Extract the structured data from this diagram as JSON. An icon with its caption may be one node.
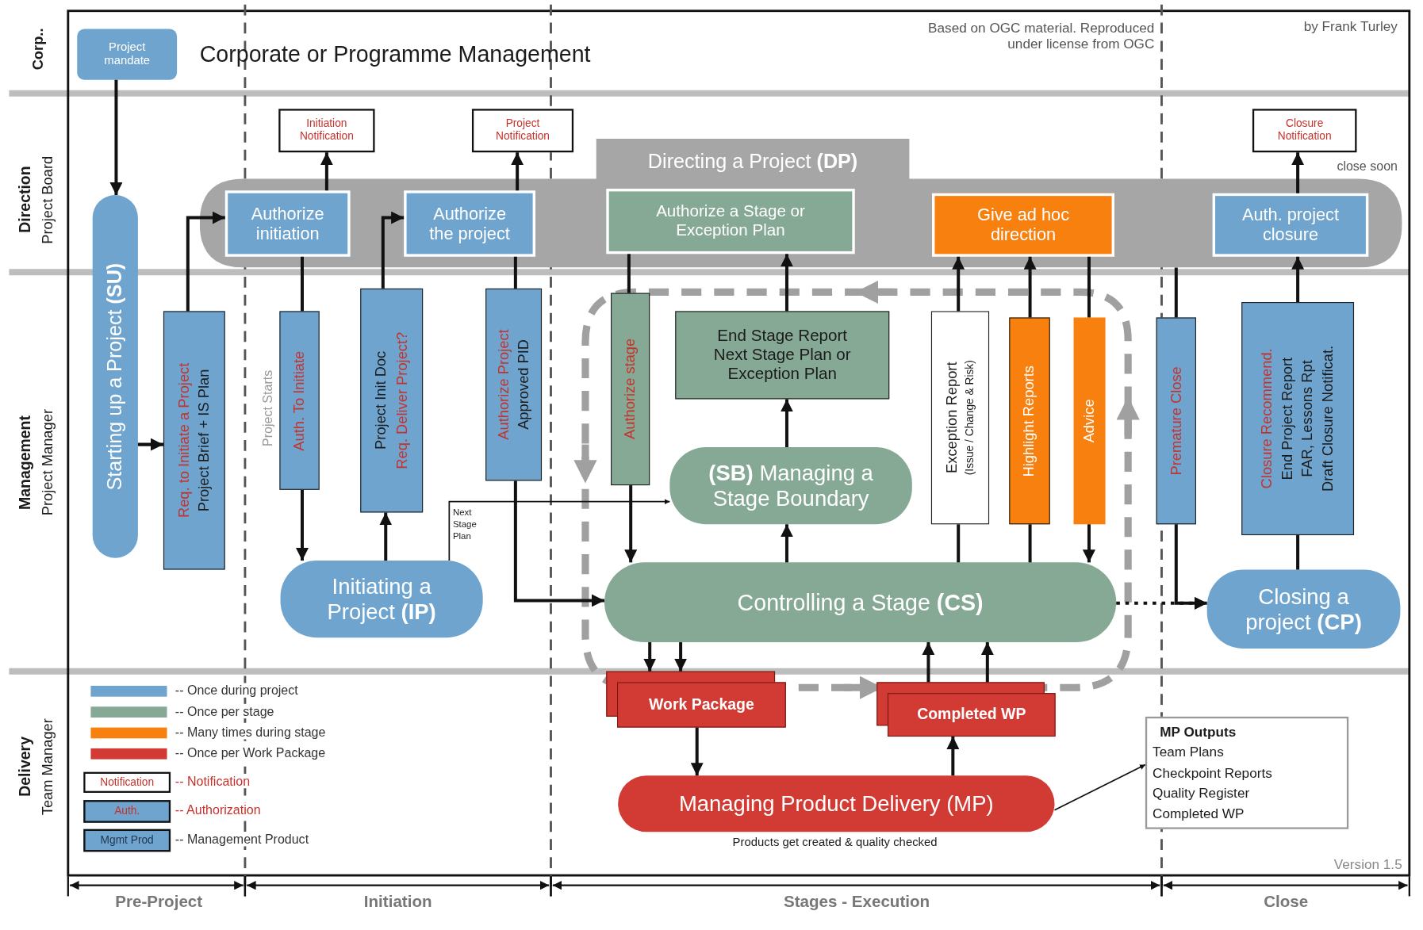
{
  "diagram": {
    "nodes": [
      {
        "text": [
          "Project mandate"
        ]
      },
      {
        "text": [
          "Initiation Notification"
        ]
      },
      {
        "text": [
          "Project Notification"
        ]
      },
      {
        "text": [
          "Directing a Project **(DP)**"
        ]
      },
      {
        "text": [
          "Authorize initiation"
        ],
        "in": 3
      },
      {
        "text": [
          "Authorize the project"
        ],
        "in": 3
      },
      {
        "text": [
          "Authorize a Stage or Exception Plan"
        ],
        "in": 3
      },
      {
        "text": [
          "Give ad hoc direction"
        ],
        "in": 3
      },
      {
        "text": [
          "Auth. project closure"
        ],
        "in": 3
      },
      {
        "text": [
          "Closure Notification"
        ]
      },
      {
        "text": [
          "Starting up a Project **(SU)**"
        ]
      },
      {
        "text": [
          "Req. to Initiate a Project",
          "Project Brief + IS Plan"
        ]
      },
      {
        "text": [
          "Auth. To Initiate"
        ]
      },
      {
        "text": [
          "Project Init Doc",
          "Req. Deliver Project?"
        ]
      },
      {
        "text": [
          "Authorize Project",
          "Approved PID"
        ]
      },
      {
        "text": [
          "Initiating a Project **(IP)**"
        ]
      },
      {
        "text": [
          "Authorize stage"
        ]
      },
      {
        "text": [
          "End Stage Report Next Stage Plan or Exception Plan"
        ]
      },
      {
        "text": [
          "**(SB)** Managing a Stage Boundary"
        ]
      },
      {
        "text": [
          "Controlling a Stage **(CS)**"
        ]
      },
      {
        "text": [
          "Exception Report",
          "(Issue / Change & Risk)"
        ]
      },
      {
        "text": [
          "Highlight Reports"
        ]
      },
      {
        "text": [
          "Advice"
        ]
      },
      {
        "text": [
          "Premature Close"
        ]
      },
      {
        "text": [
          "Closure Recommend.",
          "End Project Report",
          "FAR, Lessons Rpt",
          "Draft Closure Notificat."
        ]
      },
      {
        "text": [
          "Closing a project **(CP)**"
        ]
      },
      {
        "text": [
          "Work Package"
        ]
      },
      {
        "text": [
          "Completed WP"
        ]
      },
      {
        "text": [
          "Managing Product Delivery (MP)"
        ],
        "beside": [
          "Products get created & quality checked"
        ]
      },
      {
        "text": [
          "MP Outputs",
          "Team Plans",
          "Checkpoint Reports",
          "Quality Register",
          "Completed WP"
        ]
      }
    ],
    "edges": [
      {
        "from": 0,
        "to": 10,
        "arrow": "to"
      },
      {
        "from": 10,
        "to": 11,
        "arrow": "to"
      },
      {
        "from": 11,
        "to": 4,
        "arrow": "to"
      },
      {
        "from": 4,
        "to": 1,
        "arrow": "to"
      },
      {
        "from": 4,
        "to": 12,
        "arrow": "none"
      },
      {
        "from": 12,
        "to": 15,
        "arrow": "to"
      },
      {
        "from": 15,
        "to": 13,
        "arrow": "to"
      },
      {
        "from": 13,
        "to": 5,
        "arrow": "to"
      },
      {
        "from": 5,
        "to": 2,
        "arrow": "to"
      },
      {
        "from": 5,
        "to": 14,
        "arrow": "none"
      },
      {
        "from": 14,
        "to": 19,
        "arrow": "to"
      },
      {
        "from": 15,
        "to": 18,
        "arrow": "to",
        "label": "Next Stage Plan"
      },
      {
        "from": 6,
        "to": 16,
        "arrow": "none"
      },
      {
        "from": 16,
        "to": 19,
        "arrow": "to"
      },
      {
        "from": 18,
        "to": 17,
        "arrow": "to"
      },
      {
        "from": 17,
        "to": 6,
        "arrow": "to"
      },
      {
        "from": 19,
        "to": 18,
        "arrow": "to"
      },
      {
        "from": 19,
        "to": 20,
        "arrow": "none"
      },
      {
        "from": 20,
        "to": 7,
        "arrow": "to"
      },
      {
        "from": 19,
        "to": 21,
        "arrow": "none"
      },
      {
        "from": 21,
        "to": 7,
        "arrow": "to"
      },
      {
        "from": 7,
        "to": 22,
        "arrow": "none"
      },
      {
        "from": 22,
        "to": 19,
        "arrow": "to"
      },
      {
        "from": 3,
        "to": 23,
        "arrow": "none"
      },
      {
        "from": 23,
        "to": 25,
        "arrow": "to"
      },
      {
        "from": 19,
        "to": 25,
        "arrow": "to",
        "style": "dashed"
      },
      {
        "from": 24,
        "to": 8,
        "arrow": "to"
      },
      {
        "from": 25,
        "to": 24,
        "arrow": "none"
      },
      {
        "from": 8,
        "to": 9,
        "arrow": "to",
        "label": "close soon"
      },
      {
        "from": 19,
        "to": 26,
        "arrow": "to"
      },
      {
        "from": 19,
        "to": 26,
        "arrow": "to"
      },
      {
        "from": 26,
        "to": 28,
        "arrow": "to"
      },
      {
        "from": 28,
        "to": 27,
        "arrow": "to"
      },
      {
        "from": 27,
        "to": 19,
        "arrow": "to"
      },
      {
        "from": 27,
        "to": 19,
        "arrow": "to"
      },
      {
        "from": 28,
        "to": 29,
        "arrow": "to"
      }
    ],
    "labels": [
      "Corp..",
      "Direction",
      "Project Board",
      "Management",
      "Project Manager",
      "Delivery",
      "Team Manager",
      "Corporate or Programme Management",
      "Based on OGC material. Reproduced under license from OGC",
      "by Frank Turley",
      "Project Starts",
      "Notification",
      "Auth.",
      "Mgmt Prod",
      "Version 1.5",
      "Pre-Project",
      "Initiation",
      "Stages - Execution",
      "Close"
    ],
    "legend": [
      {
        "text": "-- Once during project",
        "color": "#6fa4cf"
      },
      {
        "text": "-- Once per stage",
        "color": "#86a996"
      },
      {
        "text": "-- Many times during stage",
        "color": "#f8800f"
      },
      {
        "text": "-- Once per Work Package",
        "color": "#d13b34"
      },
      {
        "text": "-- Notification"
      },
      {
        "text": "-- Authorization"
      },
      {
        "text": "-- Management Product"
      }
    ]
  }
}
